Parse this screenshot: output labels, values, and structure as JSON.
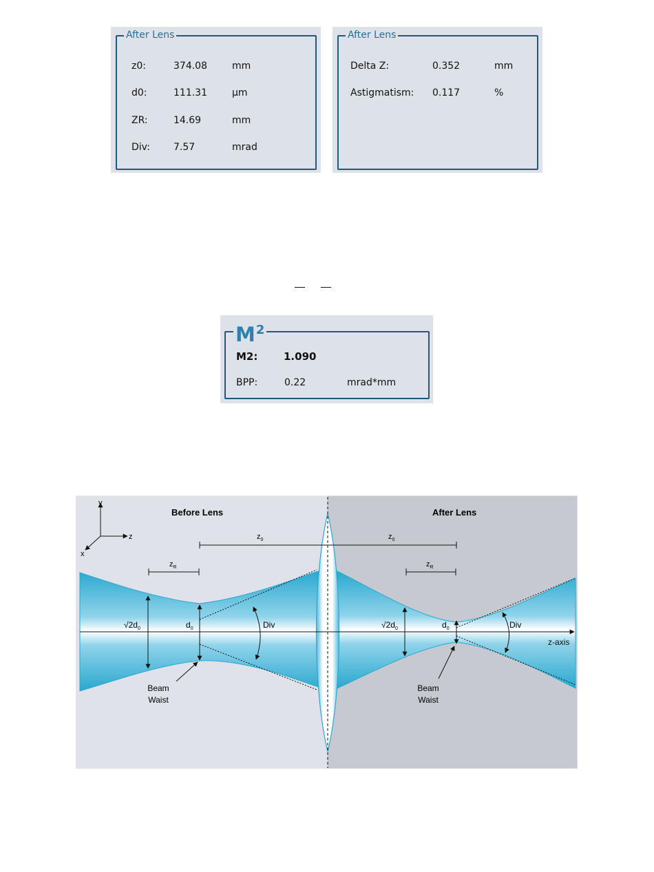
{
  "panel_left": {
    "title": "After Lens",
    "rows": [
      {
        "label": "z0:",
        "value": "374.08",
        "unit": "mm"
      },
      {
        "label": "d0:",
        "value": "111.31",
        "unit": "µm"
      },
      {
        "label": "ZR:",
        "value": "14.69",
        "unit": "mm"
      },
      {
        "label": "Div:",
        "value": "7.57",
        "unit": "mrad"
      }
    ]
  },
  "panel_right": {
    "title": "After Lens",
    "rows": [
      {
        "label": "Delta Z:",
        "value": "0.352",
        "unit": "mm"
      },
      {
        "label": "Astigmatism:",
        "value": "0.117",
        "unit": "%"
      }
    ]
  },
  "m2_panel": {
    "logo": "M",
    "logo_sup": "2",
    "m2_label": "M2:",
    "m2_value": "1.090",
    "bpp_label": "BPP:",
    "bpp_value": "0.22",
    "bpp_unit": "mrad*mm"
  },
  "diagram": {
    "before_label": "Before Lens",
    "after_label": "After Lens",
    "axis_y": "y",
    "axis_z": "z",
    "axis_x": "x",
    "z0_left": "z",
    "z0_right": "z",
    "z0_sub": "0",
    "zr_sym": "z",
    "zr_sub": "R",
    "sqrt2d0_prefix": "√2d",
    "d0_sym": "d",
    "d_sub": "0",
    "div_label": "Div",
    "zaxis_label": "z-axis",
    "waist_line1": "Beam",
    "waist_line2": "Waist",
    "colors": {
      "beam_edge": "#2aa8cf",
      "beam_core": "#ffffff",
      "bg_before": "#dfe2e9",
      "bg_after": "#c6c9d0"
    }
  }
}
